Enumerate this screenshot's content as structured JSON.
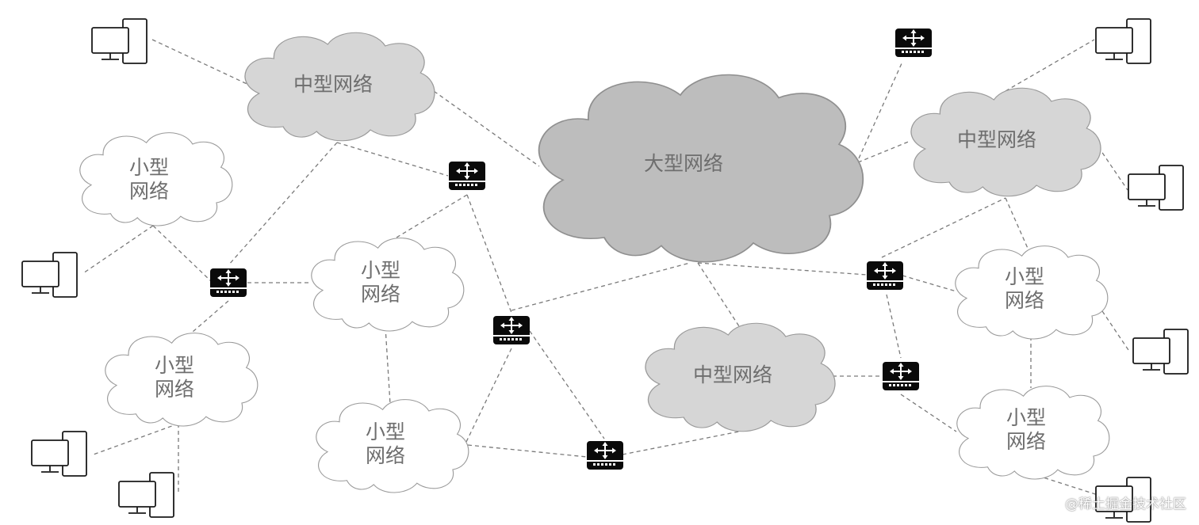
{
  "labels": {
    "large_network": "大型网络",
    "medium_network": "中型网络",
    "small_network_line1": "小型",
    "small_network_line2": "网络"
  },
  "colors": {
    "large_cloud_fill": "#bdbdbd",
    "medium_cloud_fill": "#d6d6d6",
    "small_cloud_fill": "#ffffff",
    "cloud_stroke": "#9a9a9a",
    "label_text": "#6e6e6e",
    "link": "#7a7a7a"
  },
  "node_types": {
    "router": "router-icon",
    "computer": "computer-icon"
  },
  "watermark": "@稀土掘金技术社区"
}
